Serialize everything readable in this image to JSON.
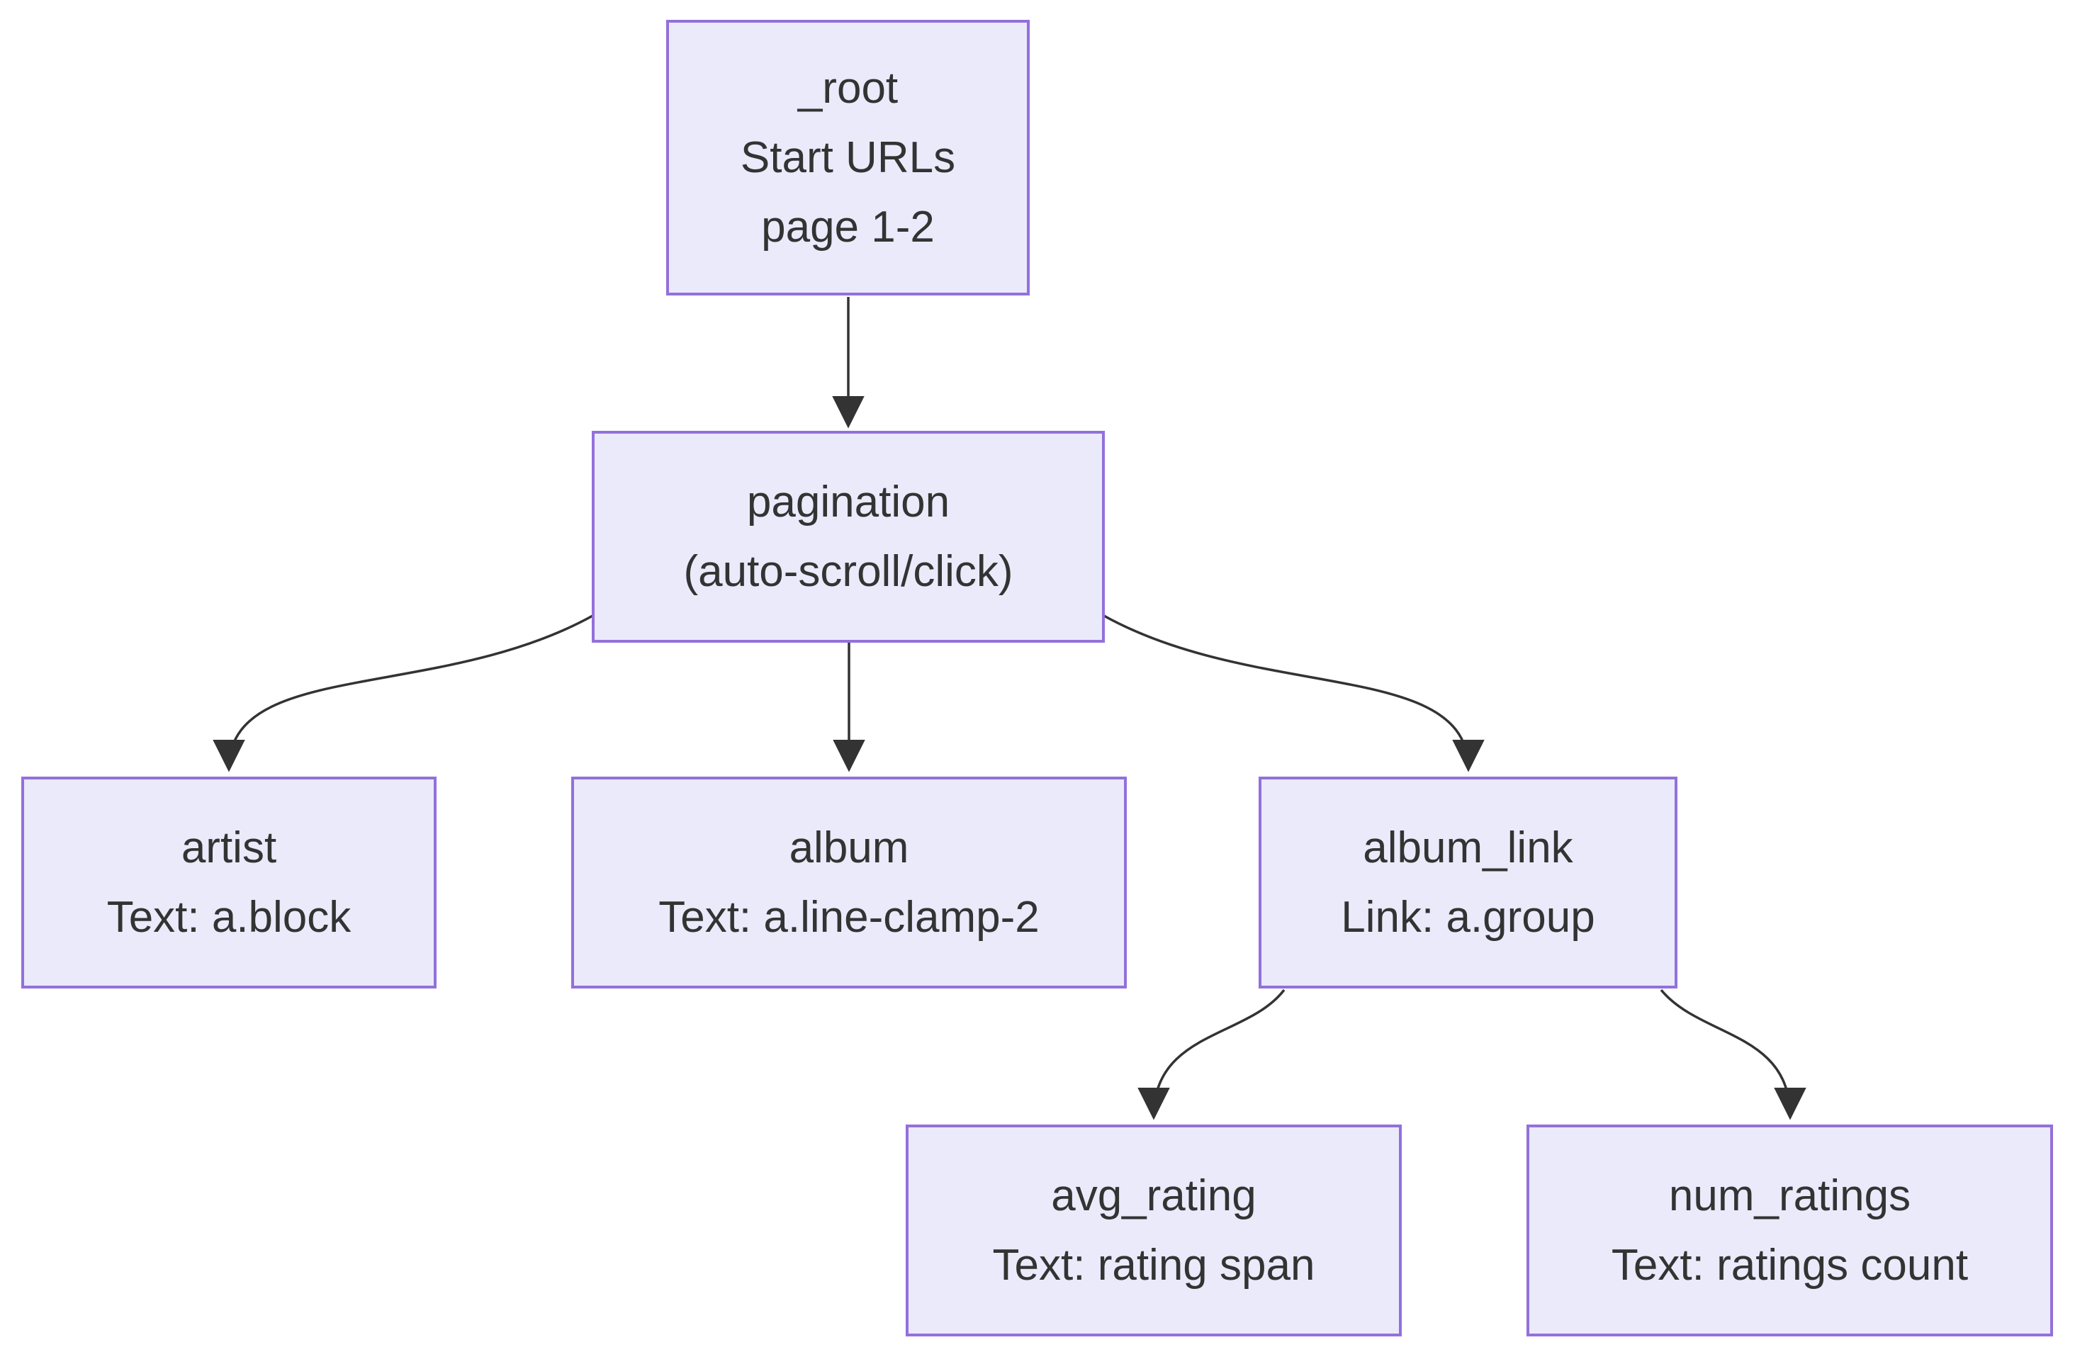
{
  "diagram": {
    "type": "flowchart",
    "direction": "top-down",
    "colors": {
      "background": "#FFFFFF",
      "node_fill": "#EAEAFB",
      "node_border": "#9370DB",
      "edge": "#333333",
      "text": "#333333"
    },
    "nodes": [
      {
        "id": "_root",
        "lines": [
          "_root",
          "Start URLs",
          "page 1-2"
        ]
      },
      {
        "id": "pagination",
        "lines": [
          "pagination",
          "(auto-scroll/click)"
        ]
      },
      {
        "id": "artist",
        "lines": [
          "artist",
          "Text: a.block"
        ]
      },
      {
        "id": "album",
        "lines": [
          "album",
          "Text: a.line-clamp-2"
        ]
      },
      {
        "id": "album_link",
        "lines": [
          "album_link",
          "Link: a.group"
        ]
      },
      {
        "id": "avg_rating",
        "lines": [
          "avg_rating",
          "Text: rating span"
        ]
      },
      {
        "id": "num_ratings",
        "lines": [
          "num_ratings",
          "Text: ratings count"
        ]
      }
    ],
    "edges": [
      {
        "from": "_root",
        "to": "pagination"
      },
      {
        "from": "pagination",
        "to": "artist"
      },
      {
        "from": "pagination",
        "to": "album"
      },
      {
        "from": "pagination",
        "to": "album_link"
      },
      {
        "from": "album_link",
        "to": "avg_rating"
      },
      {
        "from": "album_link",
        "to": "num_ratings"
      }
    ]
  }
}
